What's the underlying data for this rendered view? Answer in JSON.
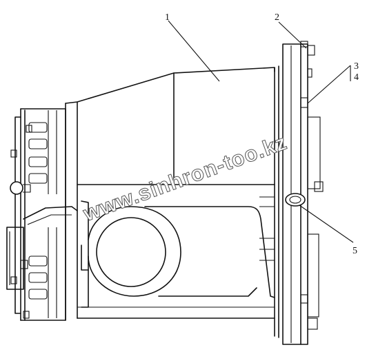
{
  "callouts": {
    "c1": "1",
    "c2": "2",
    "c3": "3",
    "c4": "4",
    "c5": "5"
  },
  "watermark": "www.sinhron-too.kz"
}
